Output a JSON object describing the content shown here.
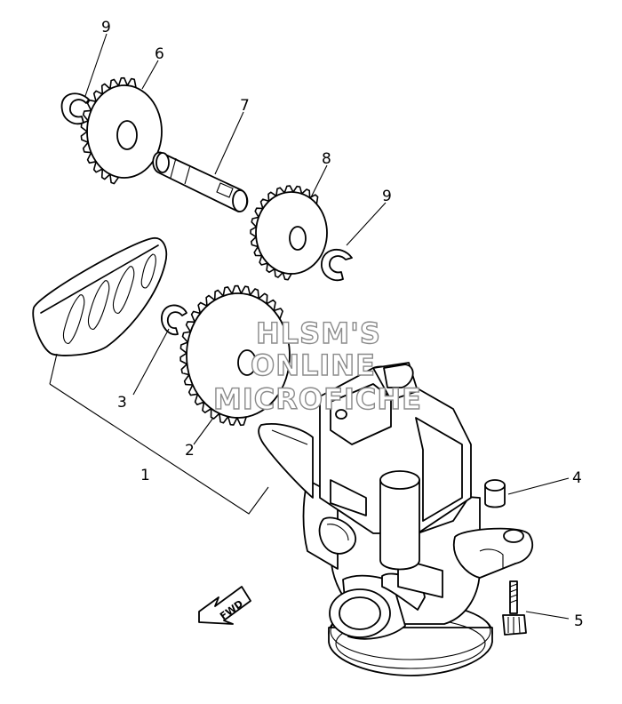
{
  "callouts": {
    "c1": "1",
    "c2": "2",
    "c3": "3",
    "c4": "4",
    "c5": "5",
    "c6": "6",
    "c7": "7",
    "c8": "8",
    "c9a": "9",
    "c9b": "9"
  },
  "direction_label": "FWD",
  "watermark": {
    "line1": "HLSM'S",
    "line2": "ONLINE",
    "line3": "MICROFICHE"
  }
}
